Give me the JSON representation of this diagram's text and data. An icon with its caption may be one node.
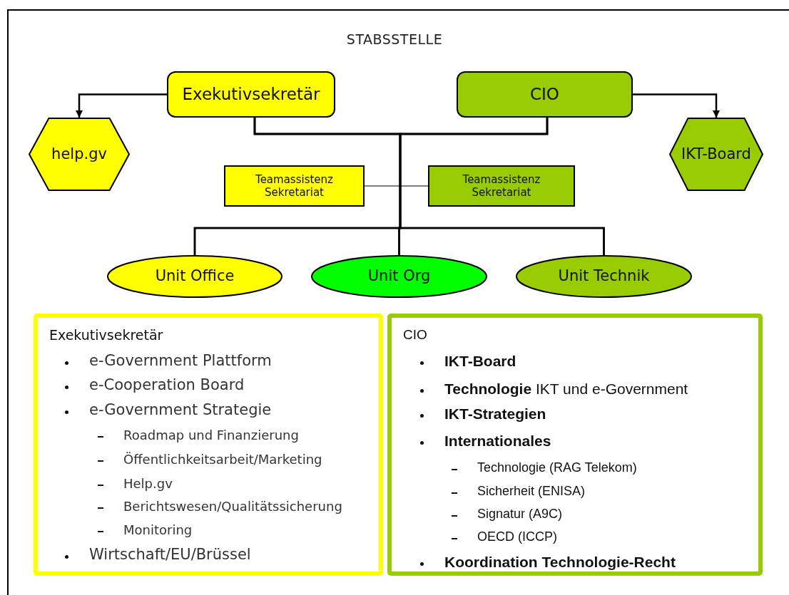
{
  "diagram": {
    "title": "STABSSTELLE",
    "nodes": [
      {
        "text": [
          "Exekutivsekretär"
        ]
      },
      {
        "text": [
          "CIO"
        ]
      },
      {
        "text": [
          "help.gv"
        ]
      },
      {
        "text": [
          "IKT-Board"
        ]
      },
      {
        "text": [
          "Teamassistenz Sekretariat"
        ]
      },
      {
        "text": [
          "Teamassistenz Sekretariat"
        ]
      },
      {
        "text": [
          "Unit Office"
        ]
      },
      {
        "text": [
          "Unit Org"
        ]
      },
      {
        "text": [
          "Unit Technik"
        ]
      },
      {
        "text": [
          "Exekutivsekretär",
          "e-Government Plattform",
          "e-Cooperation Board",
          "e-Government Strategie",
          "Roadmap und Finanzierung",
          "Öffentlichkeitsarbeit/Marketing",
          "Help.gv",
          "Berichtswesen/Qualitätssicherung",
          "Monitoring",
          "Wirtschaft/EU/Brüssel"
        ]
      },
      {
        "text": [
          "CIO",
          "IKT-Board",
          "**Technologie** IKT und e-Government",
          "IKT-Strategien",
          "Internationales",
          "Technologie (RAG Telekom)",
          "Sicherheit (ENISA)",
          "Signatur (A9C)",
          "OECD (ICCP)",
          "Koordination Technologie-Recht"
        ]
      }
    ],
    "edges": [
      {
        "from": 0,
        "to": 2,
        "arrow": "to"
      },
      {
        "from": 1,
        "to": 3,
        "arrow": "to"
      },
      {
        "from": 0,
        "to": 6,
        "arrow": "none"
      },
      {
        "from": 0,
        "to": 7,
        "arrow": "none"
      },
      {
        "from": 0,
        "to": 8,
        "arrow": "none"
      },
      {
        "from": 1,
        "to": 6,
        "arrow": "none"
      },
      {
        "from": 1,
        "to": 7,
        "arrow": "none"
      },
      {
        "from": 1,
        "to": 8,
        "arrow": "none"
      },
      {
        "from": 4,
        "to": 5,
        "arrow": "none"
      }
    ]
  }
}
